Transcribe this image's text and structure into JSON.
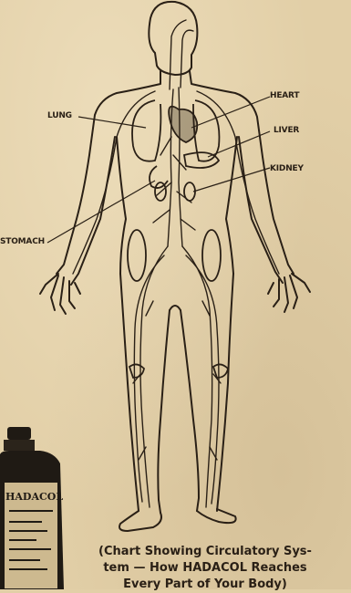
{
  "labels": {
    "heart": "HEART",
    "lung": "LUNG",
    "liver": "LIVER",
    "kidney": "KIDNEY",
    "stomach": "STOMACH"
  },
  "caption": {
    "line1": "(Chart Showing Circulatory Sys-",
    "line2": "tem — How HADACOL Reaches",
    "line3": "Every Part of Your Body)"
  },
  "bottle": {
    "brand": "HADACOL"
  },
  "colors": {
    "paper": "#e2cfa7",
    "ink": "#2a2016",
    "bottle": "#1f1a14"
  }
}
